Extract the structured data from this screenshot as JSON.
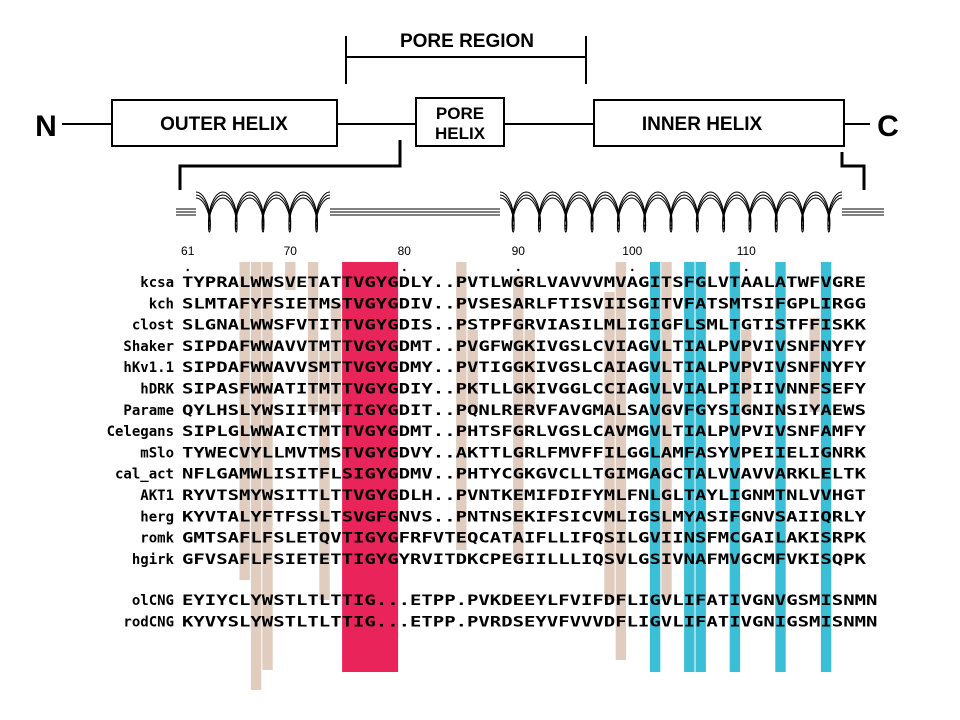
{
  "topology": {
    "n_terminus": "N",
    "c_terminus": "C",
    "pore_region": "PORE REGION",
    "outer_helix": "OUTER HELIX",
    "pore_helix_line1": "PORE",
    "pore_helix_line2": "HELIX",
    "inner_helix": "INNER HELIX"
  },
  "ruler": {
    "start": 61,
    "labels": [
      "61",
      "70",
      "80",
      "90",
      "100",
      "110"
    ]
  },
  "alignment": {
    "sequences": [
      {
        "name": "kcsa",
        "seq": "TYPRALWWSVETATTVGYGDLY..PVTLWGRLVAVVVMVAGITSFGLVTAALATWFVGRE"
      },
      {
        "name": "kch",
        "seq": "SLMTAFYFSIETMSTVGYGDIV..PVSESARLFTISVIISGITVFATSMTSIFGPLIRGG"
      },
      {
        "name": "clost",
        "seq": "SLGNALWWSFVTITTVGYGDIS..PSTPFGRVIASILMLIGIGFLSMLTGTISTFFISKK"
      },
      {
        "name": "Shaker",
        "seq": "SIPDAFWWAVVTMTTVGYGDMT..PVGFWGKIVGSLCVIAGVLTIALPVPVIVSNFNYFY"
      },
      {
        "name": "hKv1.1",
        "seq": "SIPDAFWWAVVSMTTVGYGDMY..PVTIGGKIVGSLCAIAGVLTIALPVPVIVSNFNYFY"
      },
      {
        "name": "hDRK",
        "seq": "SIPASFWWATITMTTVGYGDIY..PKTLLGKIVGGLCCIAGVLVIALPIPIIVNNFSEFY"
      },
      {
        "name": "Parame",
        "seq": "QYLHSLYWSIITMTTIGYGDIT..PQNLRERVFAVGMALSAVGVFGYSIGNINSIYAEWS"
      },
      {
        "name": "Celegans",
        "seq": "SIPLGLWWAICTMTTVGYGDMT..PHTSFGRLVGSLCAVMGVLTIALPVPVIVSNFAMFY"
      },
      {
        "name": "mSlo",
        "seq": "TYWECVYLLMVTMSTVGYGDVY..AKTTLGRLFMVFFILGGLAMFASYVPEIIELIGNRK"
      },
      {
        "name": "cal_act",
        "seq": "NFLGAMWLISITFLSIGYGDMV..PHTYCGKGVCLLTGIMGAGCTALVVAVVARKLELTK"
      },
      {
        "name": "AKT1",
        "seq": "RYVTSMYWSITTLTTVGYGDLH..PVNTKEMIFDIFYMLFNLGLTAYLIGNMTNLVVHGT"
      },
      {
        "name": "herg",
        "seq": "KYVTALYFTFSSLTSVGFGNVS..PNTNSEKIFSICVMLIGSLMYASIFGNVSAIIQRLY"
      },
      {
        "name": "romk",
        "seq": "GMTSAFLFSLETQVTIGYGFRFVTEQCATAIFLLIFQSILGVIINSFMCGAILAKISRPK"
      },
      {
        "name": "hgirk",
        "seq": "GFVSAFLFSIETETTIGYGYRVITDKCPEGIILLLIQSVLGSIVNAFMVGCMFVKISQPK"
      },
      {
        "name": "olCNG",
        "seq": "EYIYCLYWSTLTLTTIG...ETPP.PVKDEEYLFVIFDFLIGVLIFATIVGNVGSMISNMN"
      },
      {
        "name": "rodCNG",
        "seq": "KYVYSLYWSTLTLTTIG...ETPP.PVRDSEYVFVVVDFLIGVLIFATIVGNIGSMISNMN"
      }
    ]
  },
  "colors": {
    "selectivity_filter": "#e8245a",
    "conserved_beige": "#e0cdc0",
    "inner_helix_cyan": "#3bbfd6"
  }
}
